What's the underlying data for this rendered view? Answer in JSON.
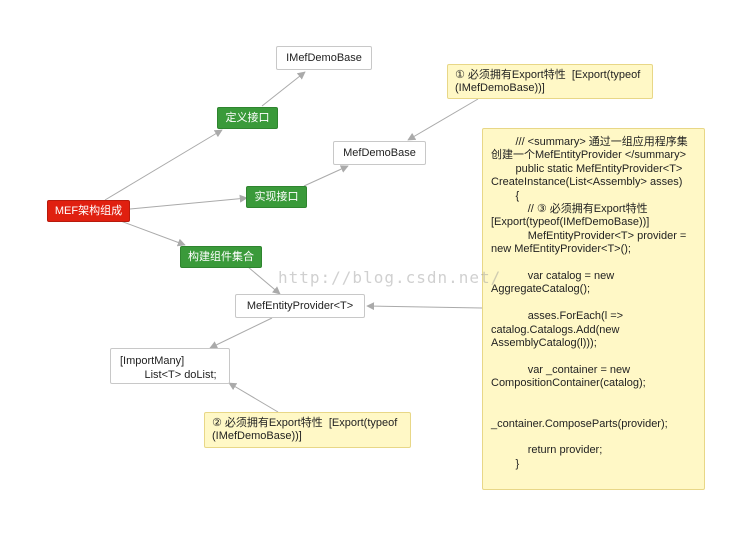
{
  "nodes": {
    "root": "MEF架构组成",
    "define_interface": "定义接口",
    "imefdemobase": "IMefDemoBase",
    "implement_interface": "实现接口",
    "mefdemobase": "MefDemoBase",
    "build_catalog": "构建组件集合",
    "provider": "MefEntityProvider<T>",
    "importmany": "[ImportMany]\n        List<T> doList;"
  },
  "notes": {
    "export_note_1": "① 必须拥有Export特性  [Export(typeof\n(IMefDemoBase))]",
    "export_note_2": "② 必须拥有Export特性  [Export(typeof\n(IMefDemoBase))]",
    "code": "        /// <summary> 通过一组应用程序集创建一个MefEntityProvider </summary>\n        public static MefEntityProvider<T> CreateInstance(List<Assembly> asses)\n        {\n            // ③ 必须拥有Export特性 [Export(typeof(IMefDemoBase))]\n            MefEntityProvider<T> provider = new MefEntityProvider<T>();\n\n            var catalog = new AggregateCatalog();\n\n            asses.ForEach(l => catalog.Catalogs.Add(new AssemblyCatalog(l)));\n\n            var _container = new CompositionContainer(catalog);\n\n            _container.ComposeParts(provider);\n\n            return provider;\n        }"
  },
  "watermark": "http://blog.csdn.net/",
  "colors": {
    "root": "#e02010",
    "topic": "#3a9a3a",
    "note": "#fff8c6",
    "line": "#aaaaaa"
  }
}
